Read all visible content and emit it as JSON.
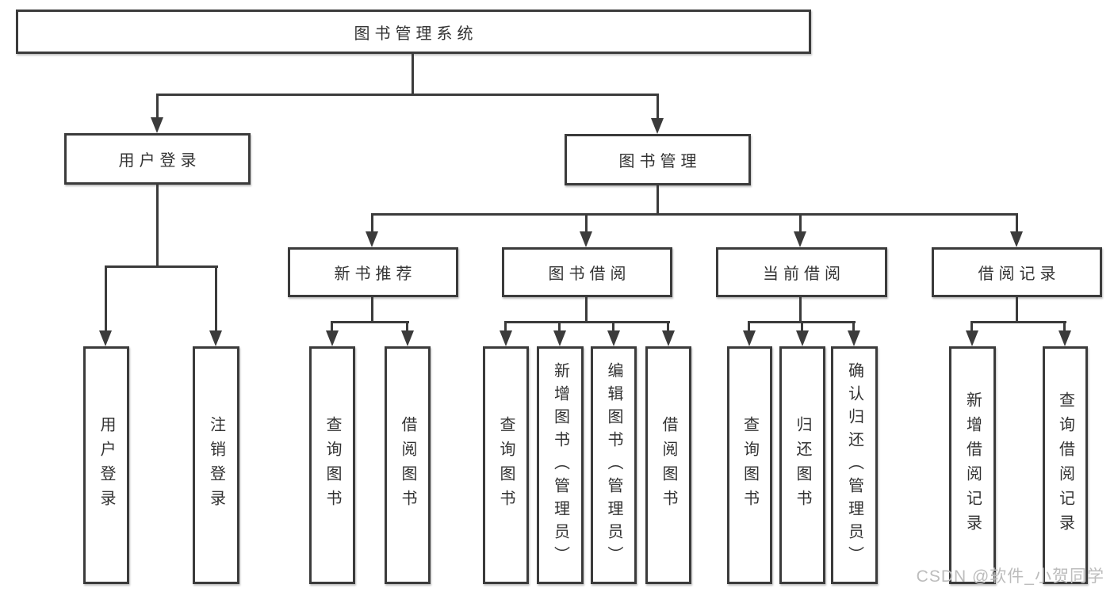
{
  "tree": {
    "root": {
      "label": "图书管理系统"
    },
    "children": [
      {
        "label": "用户登录",
        "children": [
          {
            "label": "用户登录"
          },
          {
            "label": "注销登录"
          }
        ]
      },
      {
        "label": "图书管理",
        "children": [
          {
            "label": "新书推荐",
            "children": [
              {
                "label": "查询图书"
              },
              {
                "label": "借阅图书"
              }
            ]
          },
          {
            "label": "图书借阅",
            "children": [
              {
                "label": "查询图书"
              },
              {
                "label": "新增图书（管理员）"
              },
              {
                "label": "编辑图书（管理员）"
              },
              {
                "label": "借阅图书"
              }
            ]
          },
          {
            "label": "当前借阅",
            "children": [
              {
                "label": "查询图书"
              },
              {
                "label": "归还图书"
              },
              {
                "label": "确认归还（管理员）"
              }
            ]
          },
          {
            "label": "借阅记录",
            "children": [
              {
                "label": "新增借阅记录"
              },
              {
                "label": "查询借阅记录"
              }
            ]
          }
        ]
      }
    ]
  },
  "watermark": {
    "text": "CSDN @软件_小贺同学"
  },
  "colors": {
    "line": "#3b3b3b",
    "text": "#333333",
    "watermark": "#bcbcbc",
    "background": "#ffffff"
  }
}
